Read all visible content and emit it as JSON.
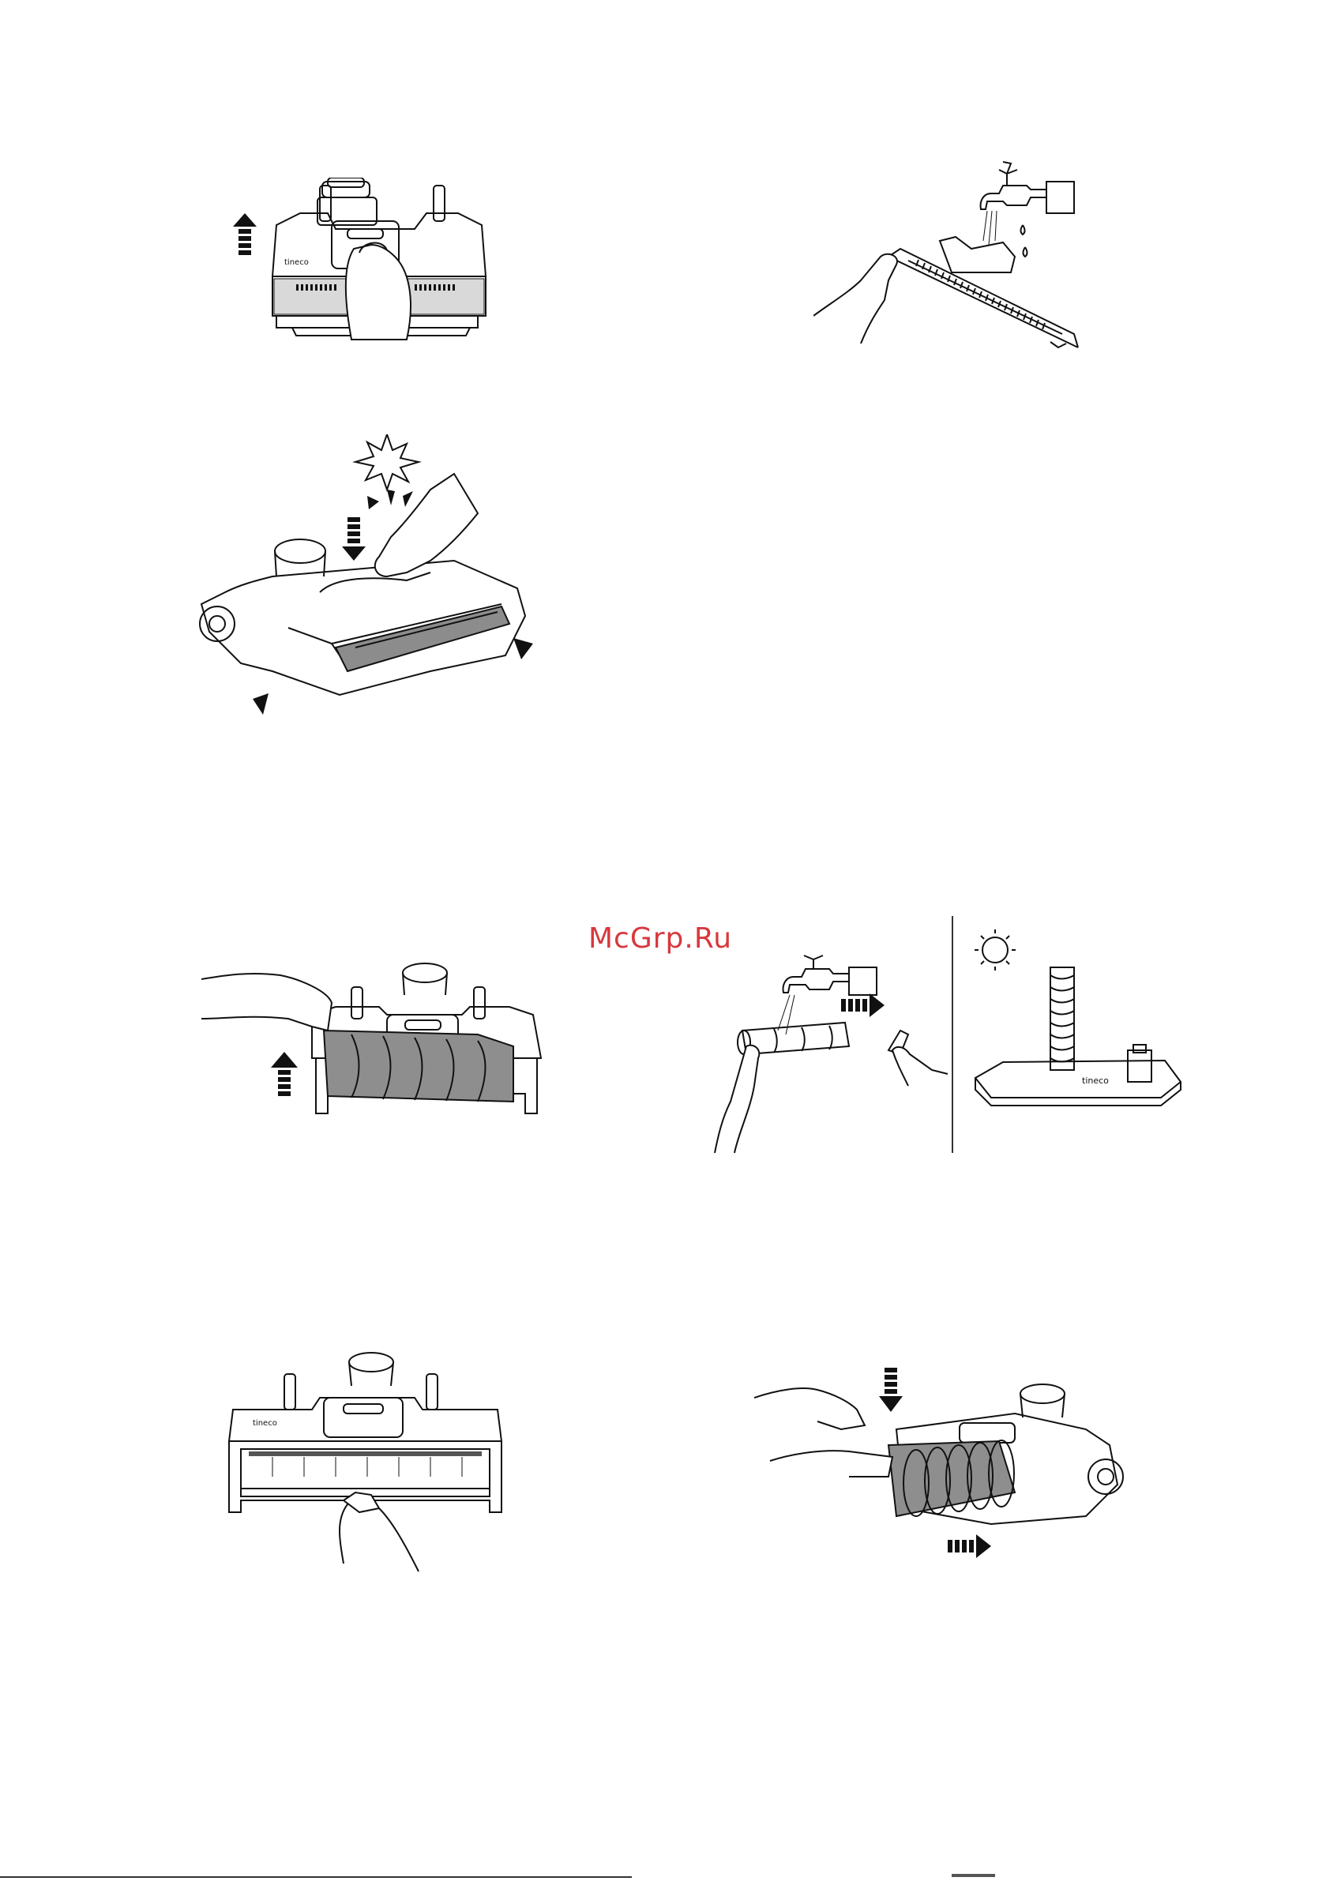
{
  "watermark": {
    "text": "McGrp.Ru",
    "color": "#d8383e"
  },
  "brand_on_device": "tineco",
  "figures": [
    {
      "id": "fig-1",
      "icon": "lift-tray-up"
    },
    {
      "id": "fig-2",
      "icon": "rinse-tray-under-tap"
    },
    {
      "id": "fig-3",
      "icon": "press-click-cover"
    },
    {
      "id": "fig-4",
      "icon": "remove-brush-roller"
    },
    {
      "id": "fig-5",
      "icon": "wash-and-sun-dry-roller"
    },
    {
      "id": "fig-6",
      "icon": "wipe-brush-housing"
    },
    {
      "id": "fig-7",
      "icon": "insert-brush-roller"
    }
  ]
}
